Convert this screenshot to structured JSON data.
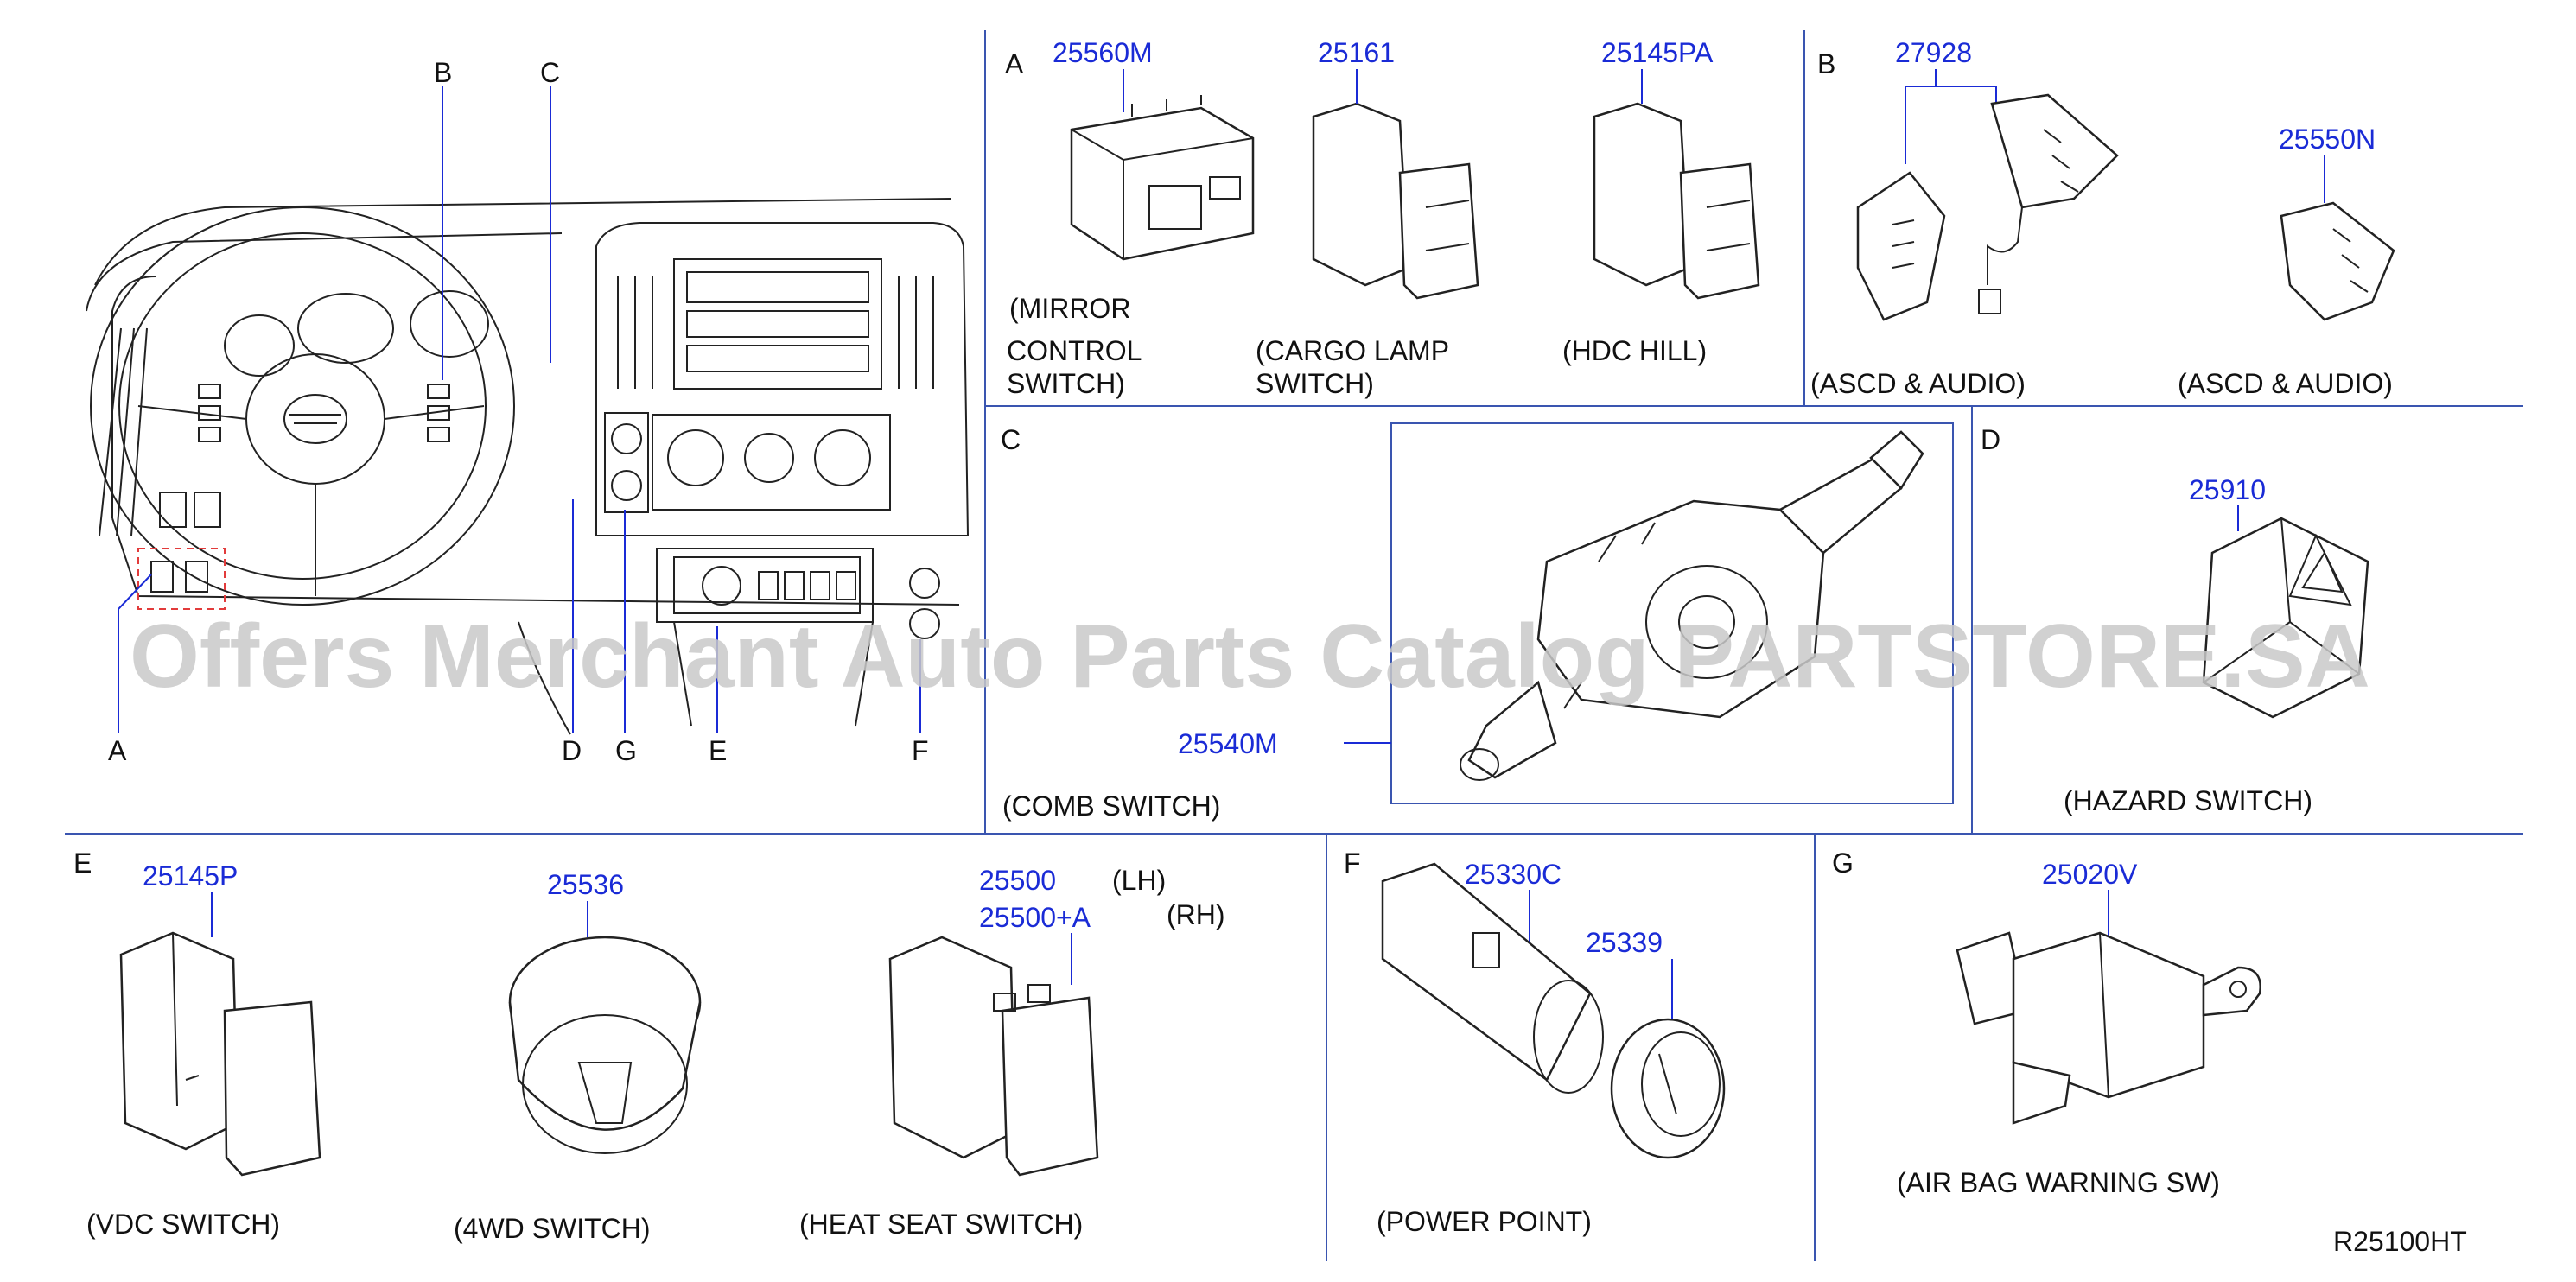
{
  "watermark": "Offers Merchant Auto Parts Catalog PARTSTORE.SA",
  "drawing_id": "R25100HT",
  "overview_callouts": [
    "A",
    "B",
    "C",
    "D",
    "G",
    "E",
    "F"
  ],
  "sections": {
    "A": {
      "letter": "A",
      "parts": [
        {
          "number": "25560M",
          "caption": [
            "(MIRROR",
            "CONTROL",
            "SWITCH)"
          ]
        },
        {
          "number": "25161",
          "caption": [
            "(CARGO   LAMP",
            "SWITCH)"
          ]
        },
        {
          "number": "25145PA",
          "caption": [
            "(HDC   HILL)"
          ]
        }
      ]
    },
    "B": {
      "letter": "B",
      "parts": [
        {
          "number": "27928",
          "caption": [
            "(ASCD   &   AUDIO)"
          ]
        },
        {
          "number": "25550N",
          "caption": [
            "(ASCD   &   AUDIO)"
          ]
        }
      ]
    },
    "C": {
      "letter": "C",
      "parts": [
        {
          "number": "25540M",
          "caption": [
            "(COMB   SWITCH)"
          ]
        }
      ]
    },
    "D": {
      "letter": "D",
      "parts": [
        {
          "number": "25910",
          "caption": [
            "(HAZARD   SWITCH)"
          ]
        }
      ]
    },
    "E": {
      "letter": "E",
      "parts": [
        {
          "number": "25145P",
          "caption": [
            "(VDC   SWITCH)"
          ]
        },
        {
          "number": "25536",
          "caption": [
            "(4WD   SWITCH)"
          ]
        },
        {
          "number": "25500",
          "side": "(LH)",
          "number2": "25500+A",
          "side2": "(RH)",
          "caption": [
            "(HEAT   SEAT   SWITCH)"
          ]
        }
      ]
    },
    "F": {
      "letter": "F",
      "parts": [
        {
          "number": "25330C",
          "caption": [
            "(POWER   POINT)"
          ]
        },
        {
          "number": "25339"
        }
      ]
    },
    "G": {
      "letter": "G",
      "parts": [
        {
          "number": "25020V",
          "caption": [
            "(AIR   BAG   WARNING   SW)"
          ]
        }
      ]
    }
  }
}
